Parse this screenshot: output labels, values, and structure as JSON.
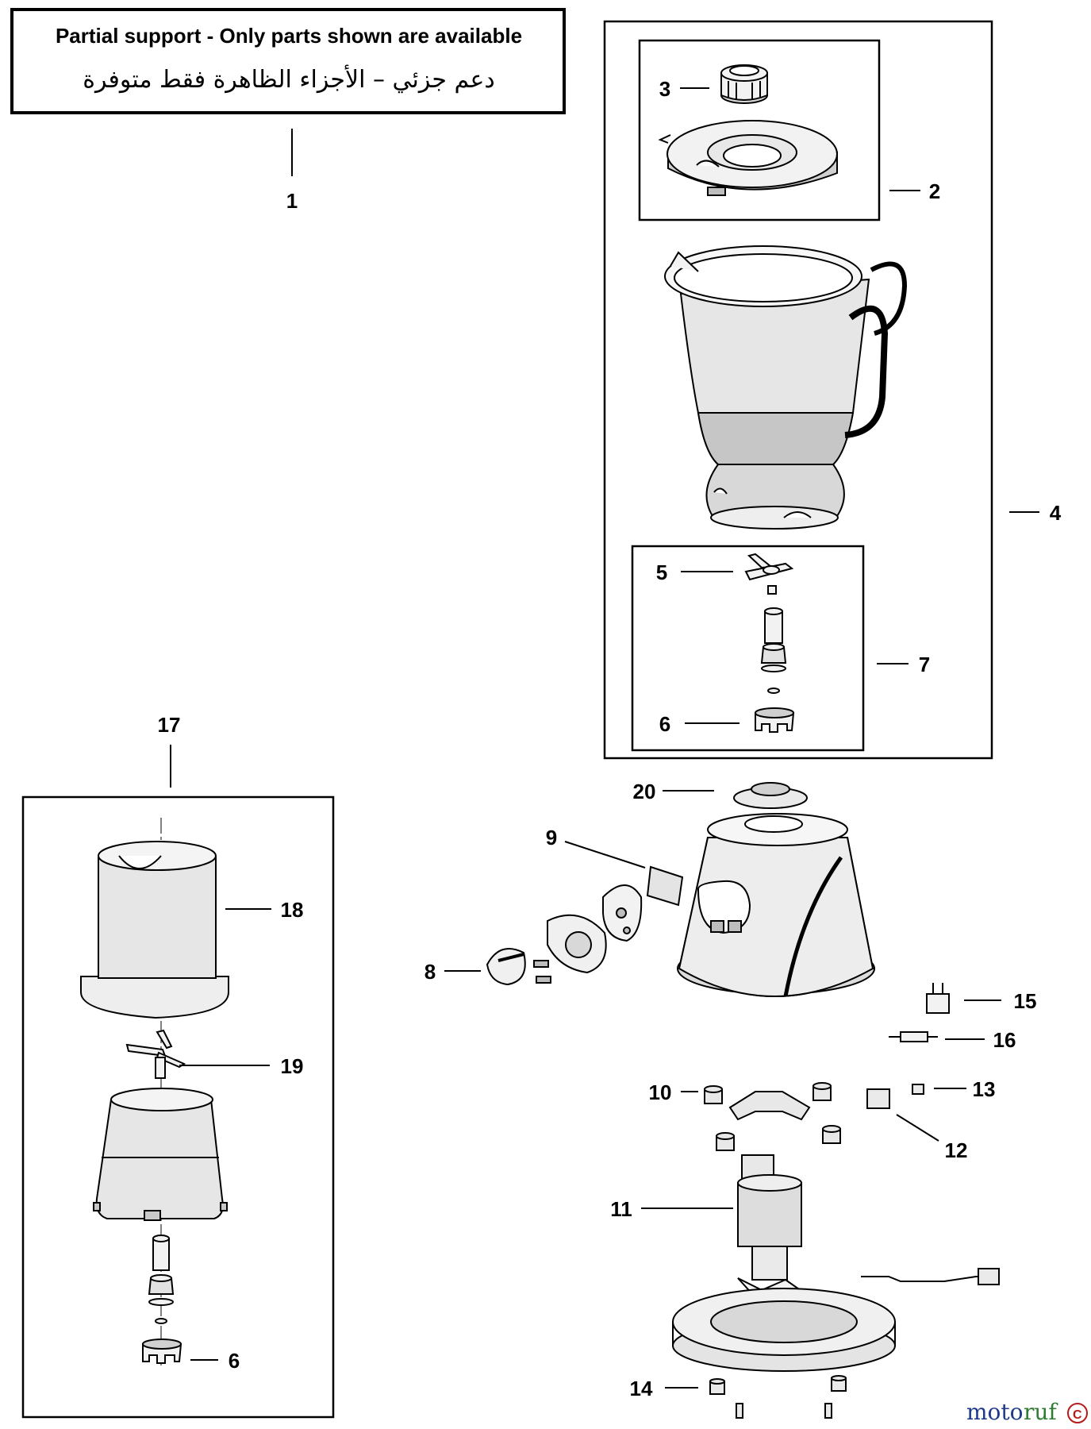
{
  "notice": {
    "title_en": "Partial support - Only parts shown are available",
    "title_ar": "دعم جزئي – الأجزاء الظاهرة فقط متوفرة"
  },
  "callouts": [
    {
      "id": "1",
      "label": "1"
    },
    {
      "id": "2",
      "label": "2"
    },
    {
      "id": "3",
      "label": "3"
    },
    {
      "id": "4",
      "label": "4"
    },
    {
      "id": "5",
      "label": "5"
    },
    {
      "id": "6a",
      "label": "6"
    },
    {
      "id": "6b",
      "label": "6"
    },
    {
      "id": "7",
      "label": "7"
    },
    {
      "id": "8",
      "label": "8"
    },
    {
      "id": "9",
      "label": "9"
    },
    {
      "id": "10",
      "label": "10"
    },
    {
      "id": "11",
      "label": "11"
    },
    {
      "id": "12",
      "label": "12"
    },
    {
      "id": "13",
      "label": "13"
    },
    {
      "id": "14",
      "label": "14"
    },
    {
      "id": "15",
      "label": "15"
    },
    {
      "id": "16",
      "label": "16"
    },
    {
      "id": "17",
      "label": "17"
    },
    {
      "id": "18",
      "label": "18"
    },
    {
      "id": "19",
      "label": "19"
    },
    {
      "id": "20",
      "label": "20"
    }
  ],
  "watermark": {
    "text_moto": "moto",
    "text_ruf": "ruf",
    "c_mark": "C"
  },
  "colors": {
    "line": "#000000",
    "part_fill": "#f2f2f2",
    "part_shade": "#bdbdbd",
    "watermark_moto": "#1f3a8a",
    "watermark_ruf": "#2e7d32",
    "watermark_accent": "#b71c1c"
  }
}
